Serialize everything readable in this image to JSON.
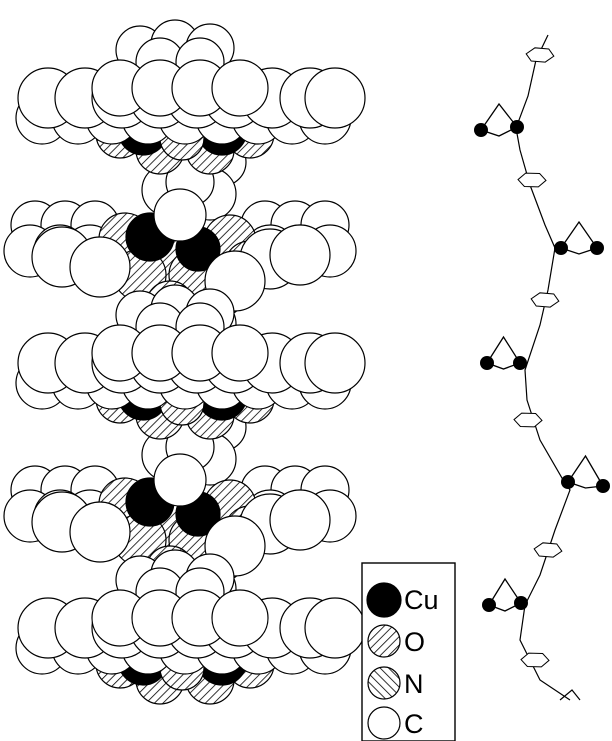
{
  "figure": {
    "legend": {
      "entries": [
        {
          "label": "Cu",
          "fill": "solid",
          "color": "#000000"
        },
        {
          "label": "O",
          "fill": "hatch-forward",
          "color": "#000000"
        },
        {
          "label": "N",
          "fill": "hatch-back",
          "color": "#000000"
        },
        {
          "label": "C",
          "fill": "empty",
          "color": "#ffffff"
        }
      ]
    },
    "space_filling_model": {
      "layer_count": 5
    },
    "chain_diagram": {
      "copper_centers": 10
    }
  }
}
